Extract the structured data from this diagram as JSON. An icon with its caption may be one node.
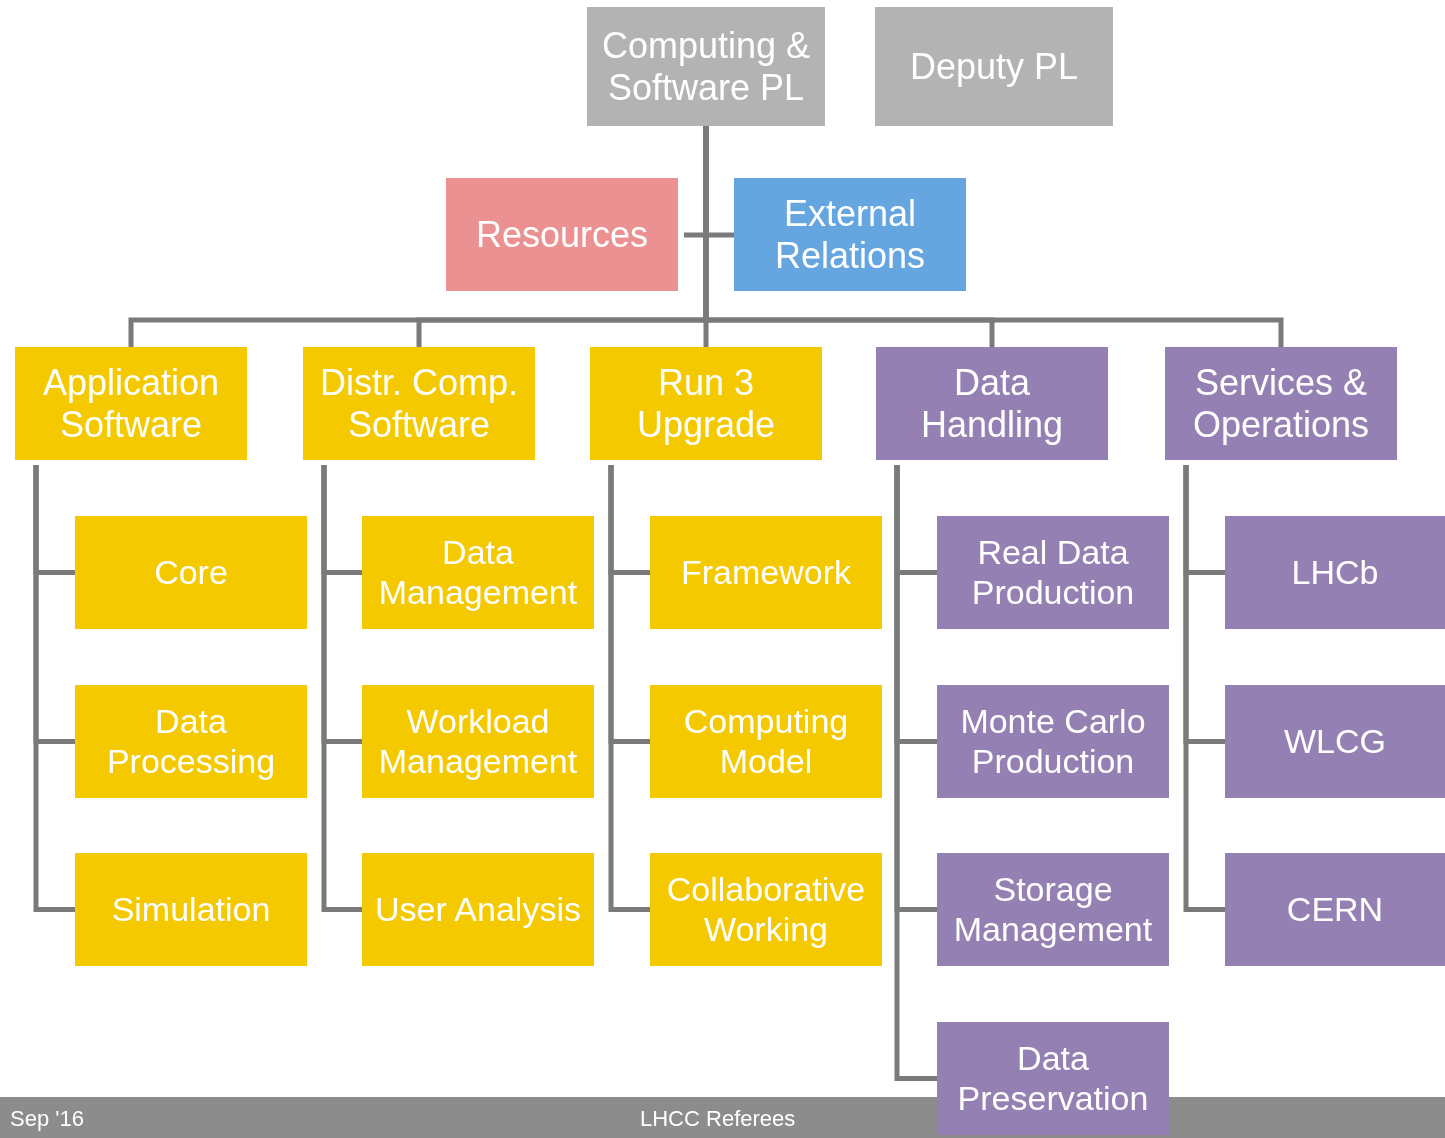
{
  "diagram": {
    "nodes": [
      {
        "text": [
          "Computing & Software PL"
        ]
      },
      {
        "text": [
          "Deputy PL"
        ]
      },
      {
        "text": [
          "Resources"
        ]
      },
      {
        "text": [
          "External Relations"
        ]
      },
      {
        "text": [
          "Application Software"
        ]
      },
      {
        "text": [
          "Distr. Comp. Software"
        ]
      },
      {
        "text": [
          "Run 3 Upgrade"
        ]
      },
      {
        "text": [
          "Data Handling"
        ]
      },
      {
        "text": [
          "Services & Operations"
        ]
      },
      {
        "text": [
          "Core"
        ]
      },
      {
        "text": [
          "Data Processing"
        ]
      },
      {
        "text": [
          "Simulation"
        ]
      },
      {
        "text": [
          "Data Management"
        ]
      },
      {
        "text": [
          "Workload Management"
        ]
      },
      {
        "text": [
          "User Analysis"
        ]
      },
      {
        "text": [
          "Framework"
        ]
      },
      {
        "text": [
          "Computing Model"
        ]
      },
      {
        "text": [
          "Collaborative Working"
        ]
      },
      {
        "text": [
          "Real Data Production"
        ]
      },
      {
        "text": [
          "Monte Carlo Production"
        ]
      },
      {
        "text": [
          "Storage Management"
        ]
      },
      {
        "text": [
          "Data Preservation"
        ]
      },
      {
        "text": [
          "LHCb"
        ]
      },
      {
        "text": [
          "WLCG"
        ]
      },
      {
        "text": [
          "CERN"
        ]
      }
    ],
    "edges": [
      {
        "from": 0,
        "to": 2,
        "arrow": "none"
      },
      {
        "from": 0,
        "to": 3,
        "arrow": "none"
      },
      {
        "from": 0,
        "to": 4,
        "arrow": "none"
      },
      {
        "from": 0,
        "to": 5,
        "arrow": "none"
      },
      {
        "from": 0,
        "to": 6,
        "arrow": "none"
      },
      {
        "from": 0,
        "to": 7,
        "arrow": "none"
      },
      {
        "from": 0,
        "to": 8,
        "arrow": "none"
      },
      {
        "from": 4,
        "to": 9,
        "arrow": "none"
      },
      {
        "from": 4,
        "to": 10,
        "arrow": "none"
      },
      {
        "from": 4,
        "to": 11,
        "arrow": "none"
      },
      {
        "from": 5,
        "to": 12,
        "arrow": "none"
      },
      {
        "from": 5,
        "to": 13,
        "arrow": "none"
      },
      {
        "from": 5,
        "to": 14,
        "arrow": "none"
      },
      {
        "from": 6,
        "to": 15,
        "arrow": "none"
      },
      {
        "from": 6,
        "to": 16,
        "arrow": "none"
      },
      {
        "from": 6,
        "to": 17,
        "arrow": "none"
      },
      {
        "from": 7,
        "to": 18,
        "arrow": "none"
      },
      {
        "from": 7,
        "to": 19,
        "arrow": "none"
      },
      {
        "from": 7,
        "to": 20,
        "arrow": "none"
      },
      {
        "from": 7,
        "to": 21,
        "arrow": "none"
      },
      {
        "from": 8,
        "to": 22,
        "arrow": "none"
      },
      {
        "from": 8,
        "to": 23,
        "arrow": "none"
      },
      {
        "from": 8,
        "to": 24,
        "arrow": "none"
      }
    ],
    "labels": [
      "Sep '16",
      "LHCC Referees"
    ]
  }
}
